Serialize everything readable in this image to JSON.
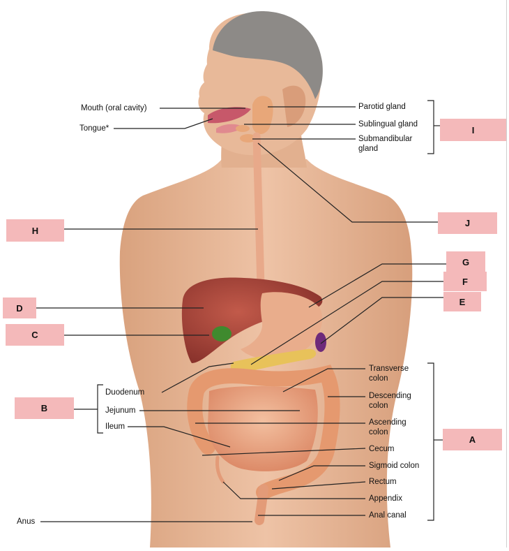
{
  "labels": {
    "mouth": "Mouth (oral cavity)",
    "tongue": "Tongue*",
    "parotid": "Parotid gland",
    "sublingual": "Sublingual gland",
    "submandibular": "Submandibular gland",
    "duodenum": "Duodenum",
    "jejunum": "Jejunum",
    "ileum": "Ileum",
    "anus": "Anus",
    "transverse_colon": "Transverse colon",
    "descending_colon": "Descending colon",
    "ascending_colon": "Ascending colon",
    "cecum": "Cecum",
    "sigmoid_colon": "Sigmoid colon",
    "rectum": "Rectum",
    "appendix": "Appendix",
    "anal_canal": "Anal canal"
  },
  "boxes": {
    "I": "I",
    "J": "J",
    "H": "H",
    "G": "G",
    "F": "F",
    "E": "E",
    "D": "D",
    "C": "C",
    "B": "B",
    "A": "A"
  },
  "colors": {
    "box_fill": "#f4b9ba",
    "skin": "#e6b89a",
    "liver": "#9c3b30",
    "intestine": "#e9a482",
    "gallbladder": "#3f8a2e",
    "pancreas": "#e8c25a",
    "spleen": "#6d2a7a"
  }
}
